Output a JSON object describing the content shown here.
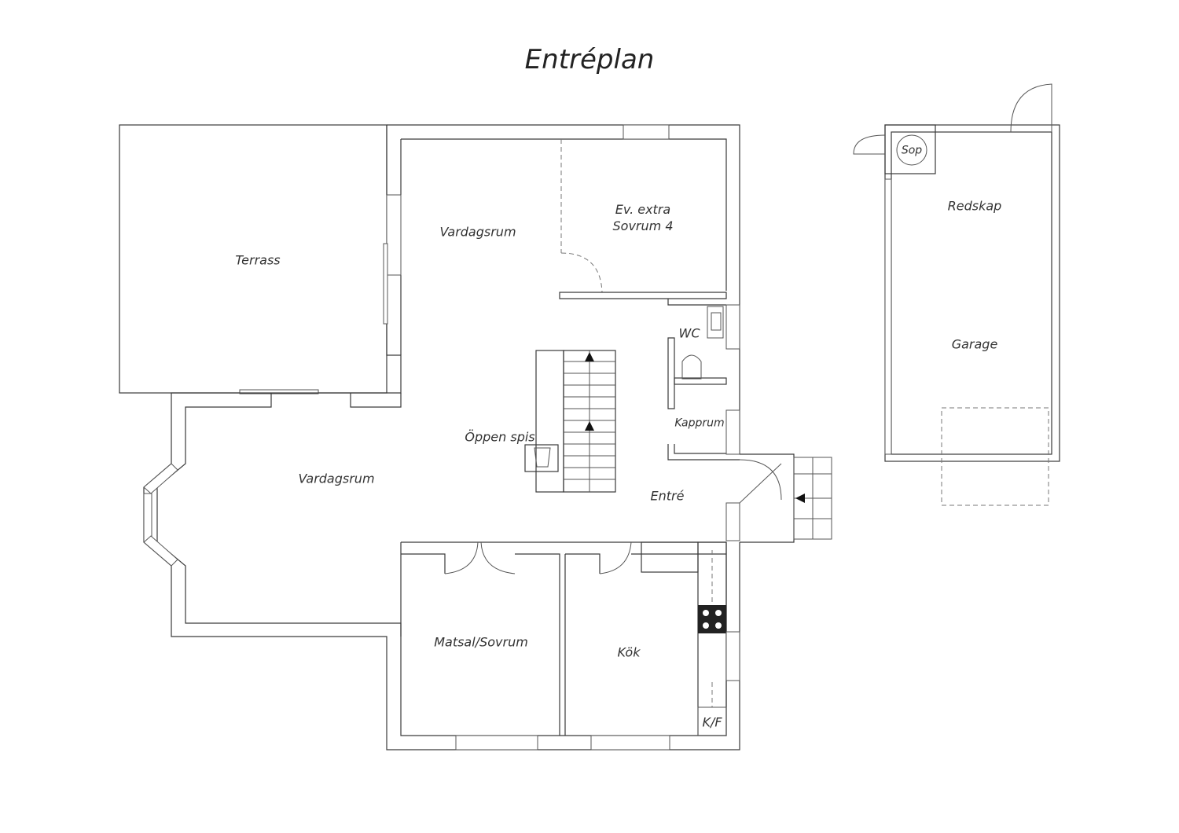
{
  "title": "Entréplan",
  "rooms": {
    "terrass": "Terrass",
    "vardagsrum_upper": "Vardagsrum",
    "extra_sovrum_line1": "Ev. extra",
    "extra_sovrum_line2": "Sovrum 4",
    "wc": "WC",
    "kapprum": "Kapprum",
    "oppen_spis": "Öppen spis",
    "vardagsrum_lower": "Vardagsrum",
    "entre": "Entré",
    "matsal": "Matsal/Sovrum",
    "kok": "Kök",
    "kf": "K/F",
    "sop": "Sop",
    "redskap": "Redskap",
    "garage": "Garage"
  }
}
